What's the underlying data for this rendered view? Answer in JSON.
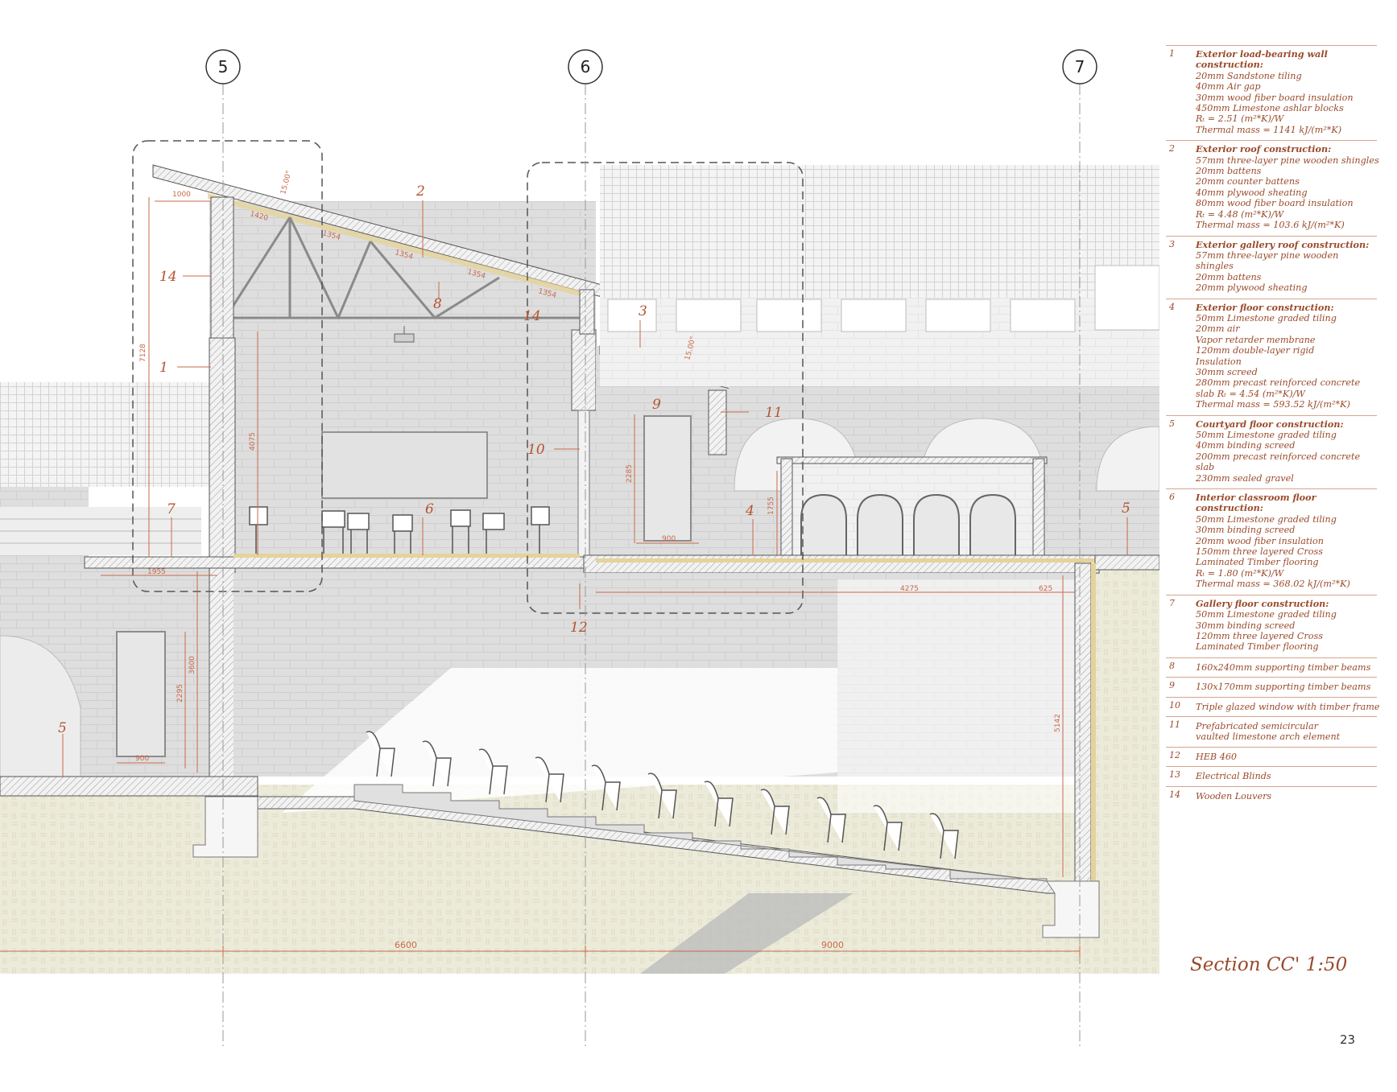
{
  "title": "Section CC' 1:50",
  "page_number": "23",
  "grid_axes": [
    "5",
    "6",
    "7"
  ],
  "callouts": {
    "c1": "1",
    "c2": "2",
    "c3": "3",
    "c4": "4",
    "c5a": "5",
    "c5b": "5",
    "c6": "6",
    "c7": "7",
    "c8": "8",
    "c9": "9",
    "c10": "10",
    "c11": "11",
    "c12": "12",
    "c14a": "14",
    "c14b": "14"
  },
  "dimensions": {
    "d1000": "1000",
    "d1420": "1420",
    "d1354a": "1354",
    "d1354b": "1354",
    "d1354c": "1354",
    "d1354d": "1354",
    "d7128": "7128",
    "d4075": "4075",
    "d2285": "2285",
    "d1755": "1755",
    "d900a": "900",
    "d1955": "1955",
    "d4275": "4275",
    "d625": "625",
    "d3600": "3600",
    "d2295": "2295",
    "d900b": "900",
    "d5142": "5142",
    "d6600": "6600",
    "d9000": "9000",
    "a15a": "15.00°",
    "a15b": "15.00°"
  },
  "legend": [
    {
      "num": "1",
      "title": [
        "Exterior load-bearing wall",
        "construction:"
      ],
      "lines": [
        "20mm Sandstone tiling",
        "40mm Air gap",
        "30mm wood fiber board insulation",
        "450mm Limestone ashlar blocks",
        "Rₜ = 2.51 (m²*K)/W",
        "Thermal mass = 1141 kJ/(m²*K)"
      ]
    },
    {
      "num": "2",
      "title": [
        "Exterior roof construction:"
      ],
      "lines": [
        "57mm three-layer pine wooden shingles",
        "20mm battens",
        "20mm counter battens",
        "40mm plywood sheating",
        "80mm wood fiber board insulation",
        "Rₜ = 4.48 (m²*K)/W",
        "Thermal mass = 103.6 kJ/(m²*K)"
      ]
    },
    {
      "num": "3",
      "title": [
        "Exterior gallery roof construction:"
      ],
      "lines": [
        "57mm three-layer pine wooden",
        "shingles",
        "20mm battens",
        "20mm plywood sheating"
      ]
    },
    {
      "num": "4",
      "title": [
        "Exterior floor construction:"
      ],
      "lines": [
        "50mm Limestone graded tiling",
        "20mm air",
        "Vapor retarder membrane",
        "120mm double-layer rigid",
        "Insulation",
        "30mm screed",
        "280mm precast reinforced concrete",
        "slab Rₜ = 4.54 (m²*K)/W",
        "Thermal mass = 593.52 kJ/(m²*K)"
      ]
    },
    {
      "num": "5",
      "title": [
        "Courtyard floor construction:"
      ],
      "lines": [
        "50mm Limestone graded tiling",
        "40mm binding screed",
        "200mm precast reinforced concrete",
        "slab",
        "230mm sealed gravel"
      ]
    },
    {
      "num": "6",
      "title": [
        "Interior classroom floor",
        "construction:"
      ],
      "lines": [
        "50mm Limestone graded tiling",
        "30mm binding screed",
        "20mm wood fiber insulation",
        "150mm three layered Cross",
        "Laminated Timber flooring",
        "Rₜ = 1.80 (m²*K)/W",
        "Thermal mass = 368.02 kJ/(m²*K)"
      ]
    },
    {
      "num": "7",
      "title": [
        "Gallery floor construction:"
      ],
      "lines": [
        "50mm Limestone graded tiling",
        "30mm binding screed",
        "120mm three layered Cross",
        "Laminated Timber flooring"
      ]
    },
    {
      "num": "8",
      "title": [],
      "lines": [
        "160x240mm supporting timber beams"
      ]
    },
    {
      "num": "9",
      "title": [],
      "lines": [
        "130x170mm supporting timber beams"
      ]
    },
    {
      "num": "10",
      "title": [],
      "lines": [
        "Triple glazed window with timber frame"
      ]
    },
    {
      "num": "11",
      "title": [],
      "lines": [
        "Prefabricated semicircular",
        "vaulted limestone arch element"
      ]
    },
    {
      "num": "12",
      "title": [],
      "lines": [
        "HEB 460"
      ]
    },
    {
      "num": "13",
      "title": [],
      "lines": [
        "Electrical Blinds"
      ]
    },
    {
      "num": "14",
      "title": [],
      "lines": [
        "Wooden Louvers"
      ]
    }
  ],
  "colors": {
    "accent": "#b5532f",
    "wall_grey": "#dcdcdc",
    "earth": "#ecebd9",
    "insulation": "#e5d39a"
  }
}
